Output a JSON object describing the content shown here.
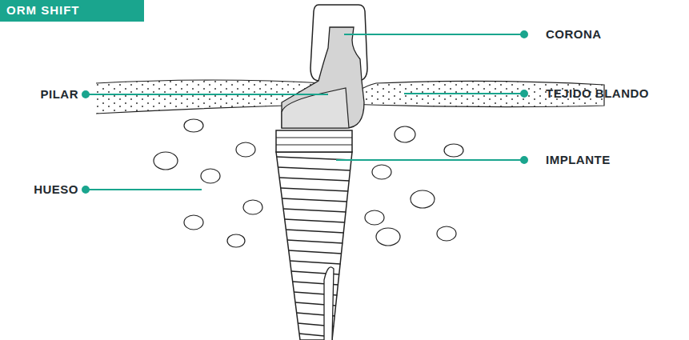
{
  "diagram": {
    "labels": [
      "ORM SHIFT",
      "CORONA",
      "PILAR",
      "TEJIDO BLANDO",
      "IMPLANTE",
      "HUESO"
    ]
  }
}
